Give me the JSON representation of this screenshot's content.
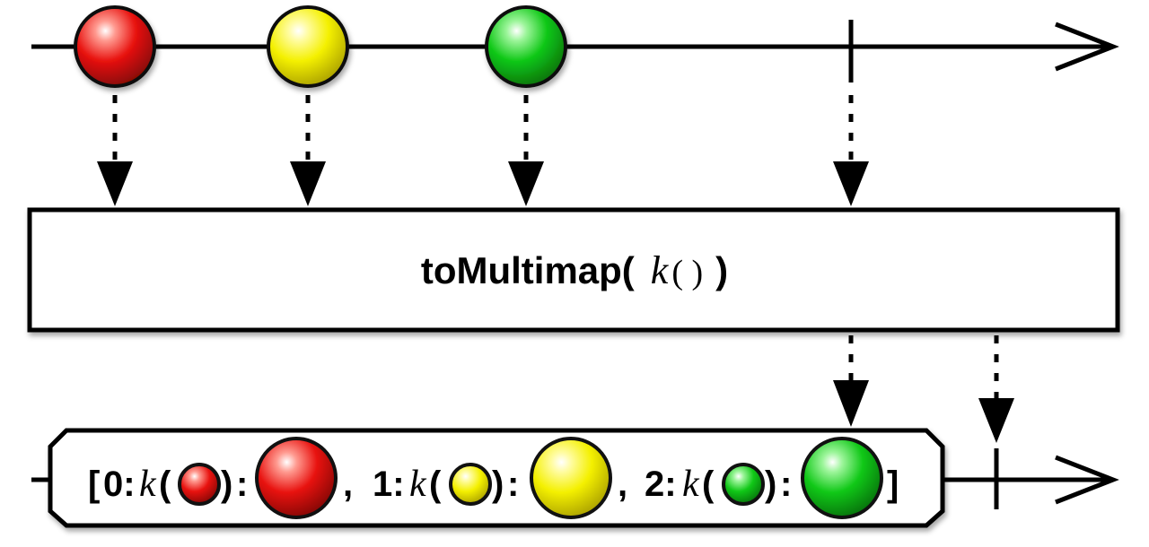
{
  "colors": {
    "red": "#e8120f",
    "yellow": "#f4f000",
    "green": "#10c817",
    "stroke": "#111111"
  },
  "operator": {
    "name": "toMultimap(",
    "key_fn": "k",
    "key_parens": "( )",
    "close": ")"
  },
  "source_items": [
    "red",
    "yellow",
    "green"
  ],
  "result": {
    "open_bracket": "[",
    "entries": [
      {
        "index": "0:",
        "key_fn": "k",
        "color": "red",
        "sep": ", "
      },
      {
        "index": "1:",
        "key_fn": "k",
        "color": "yellow",
        "sep": ", "
      },
      {
        "index": "2:",
        "key_fn": "k",
        "color": "green",
        "sep": ""
      }
    ],
    "open_paren": "(",
    "close_paren": ")",
    "colon": ":",
    "close_bracket": "]"
  }
}
